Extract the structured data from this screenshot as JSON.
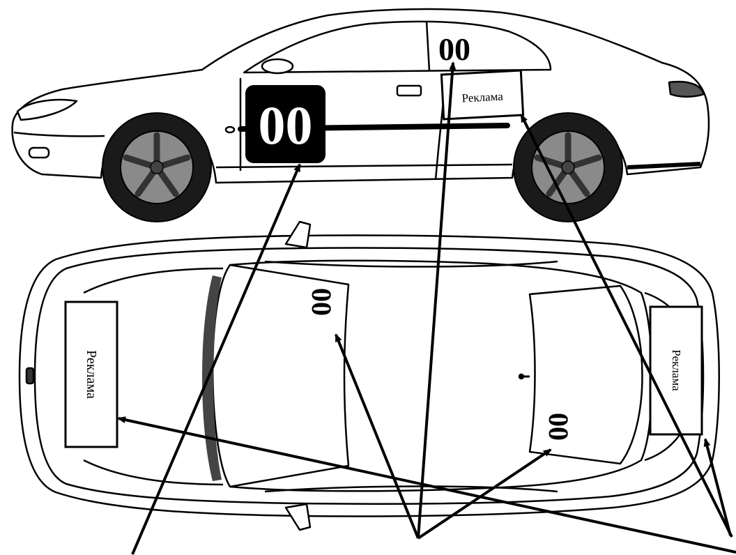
{
  "side_view": {
    "door_number": "00",
    "window_number": "00",
    "ad_label": "Реклама"
  },
  "top_view": {
    "hood_ad_label": "Реклама",
    "trunk_ad_label": "Реклама",
    "windshield_number": "00",
    "rear_window_number": "00"
  },
  "colors": {
    "stroke": "#000000",
    "body_fill": "#ffffff",
    "tire_fill": "#1a1a1a",
    "rim_fill": "#8a8a8a",
    "number_plate_fill": "#000000"
  }
}
